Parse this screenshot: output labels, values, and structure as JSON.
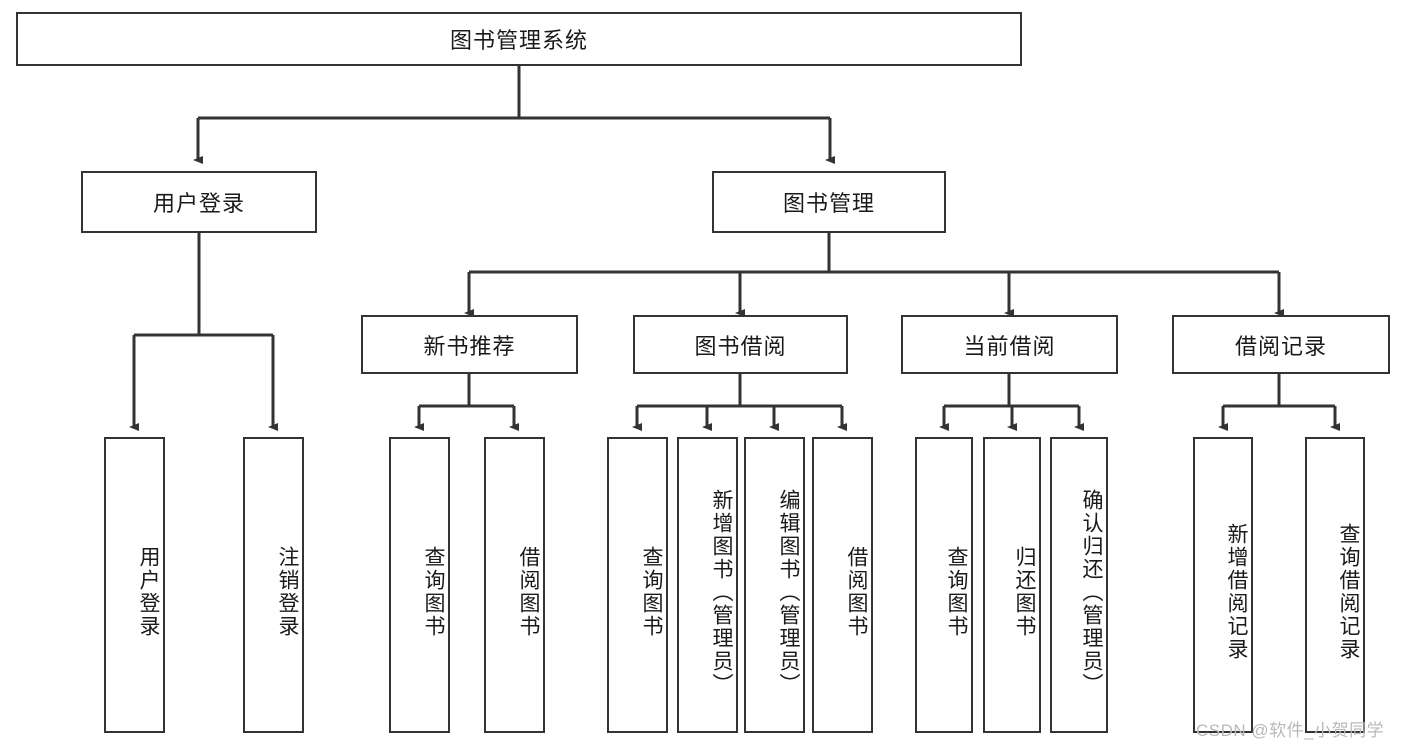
{
  "diagram": {
    "type": "tree",
    "title": "图书管理系统",
    "orientation": "top-down",
    "line_color": "#333333",
    "box_fill": "#ffffff",
    "text_color": "#1a1a1a"
  },
  "root": {
    "label": "图书管理系统"
  },
  "level2": [
    {
      "label": "用户登录"
    },
    {
      "label": "图书管理"
    }
  ],
  "level3": [
    {
      "label": "新书推荐"
    },
    {
      "label": "图书借阅"
    },
    {
      "label": "当前借阅"
    },
    {
      "label": "借阅记录"
    }
  ],
  "leaves": {
    "user_login": [
      {
        "label": "用户登录"
      },
      {
        "label": "注销登录"
      }
    ],
    "new_book_recommend": [
      {
        "label": "查询图书"
      },
      {
        "label": "借阅图书"
      }
    ],
    "book_borrow": [
      {
        "label": "查询图书"
      },
      {
        "label": "新增图书（管理员）"
      },
      {
        "label": "编辑图书（管理员）"
      },
      {
        "label": "借阅图书"
      }
    ],
    "current_borrow": [
      {
        "label": "查询图书"
      },
      {
        "label": "归还图书"
      },
      {
        "label": "确认归还（管理员）"
      }
    ],
    "borrow_record": [
      {
        "label": "新增借阅记录"
      },
      {
        "label": "查询借阅记录"
      }
    ]
  },
  "watermark": {
    "text": "CSDN @软件_小贺同学"
  }
}
